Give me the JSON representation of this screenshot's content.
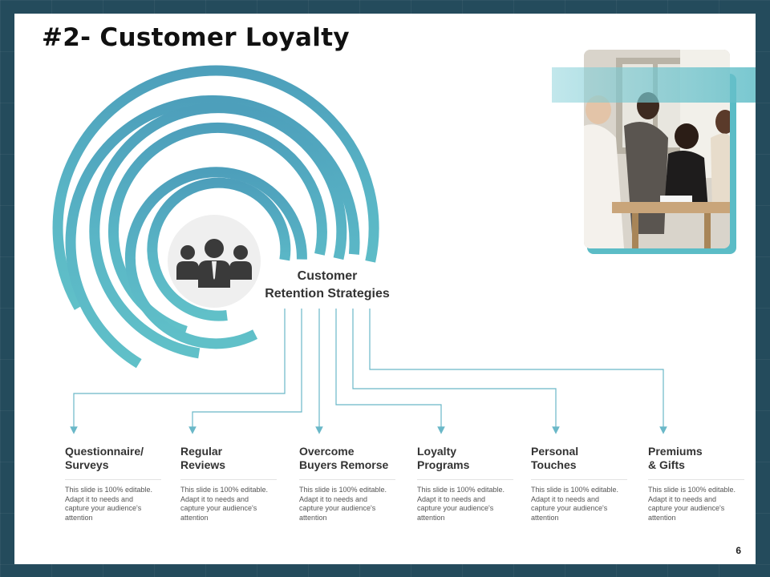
{
  "slide": {
    "title": "#2- Customer Loyalty",
    "page_number": "6"
  },
  "hub": {
    "label_line1": "Customer",
    "label_line2": "Retention Strategies",
    "icon": "people-group-icon"
  },
  "items": [
    {
      "title_line1": "Questionnaire/",
      "title_line2": "Surveys",
      "desc": "This slide is 100% editable. Adapt it to needs and capture your audience's attention"
    },
    {
      "title_line1": "Regular",
      "title_line2": "Reviews",
      "desc": "This slide is 100% editable. Adapt it to needs and capture your audience's attention"
    },
    {
      "title_line1": "Overcome",
      "title_line2": "Buyers Remorse",
      "desc": "This slide is 100% editable. Adapt it to needs and capture your audience's attention"
    },
    {
      "title_line1": "Loyalty",
      "title_line2": "Programs",
      "desc": "This slide is 100% editable. Adapt it to needs and capture your audience's attention"
    },
    {
      "title_line1": "Personal",
      "title_line2": "Touches",
      "desc": "This slide is 100% editable. Adapt it to needs and capture your audience's attention"
    },
    {
      "title_line1": "Premiums",
      "title_line2": "& Gifts",
      "desc": "This slide is 100% editable. Adapt it to needs and capture your audience's attention"
    }
  ],
  "colors": {
    "background": "#244b5c",
    "teal_dark": "#4a9fb8",
    "teal_light": "#5bbcc6",
    "connector": "#6ab8c8"
  }
}
